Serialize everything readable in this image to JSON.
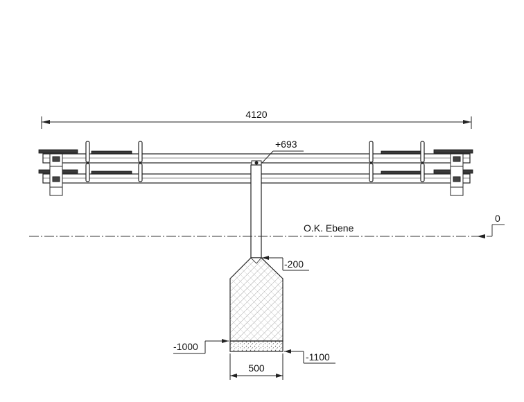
{
  "dimensions": {
    "overall_width": "4120",
    "top_elevation": "+693",
    "ground_level": "0",
    "ground_label": "O.K. Ebene",
    "foundation_top": "-200",
    "foundation_bottom": "-1000",
    "gravel_bottom": "-1100",
    "foundation_width": "500"
  },
  "colors": {
    "line": "#222222",
    "hatch": "#9a9a9a",
    "background": "#ffffff"
  }
}
